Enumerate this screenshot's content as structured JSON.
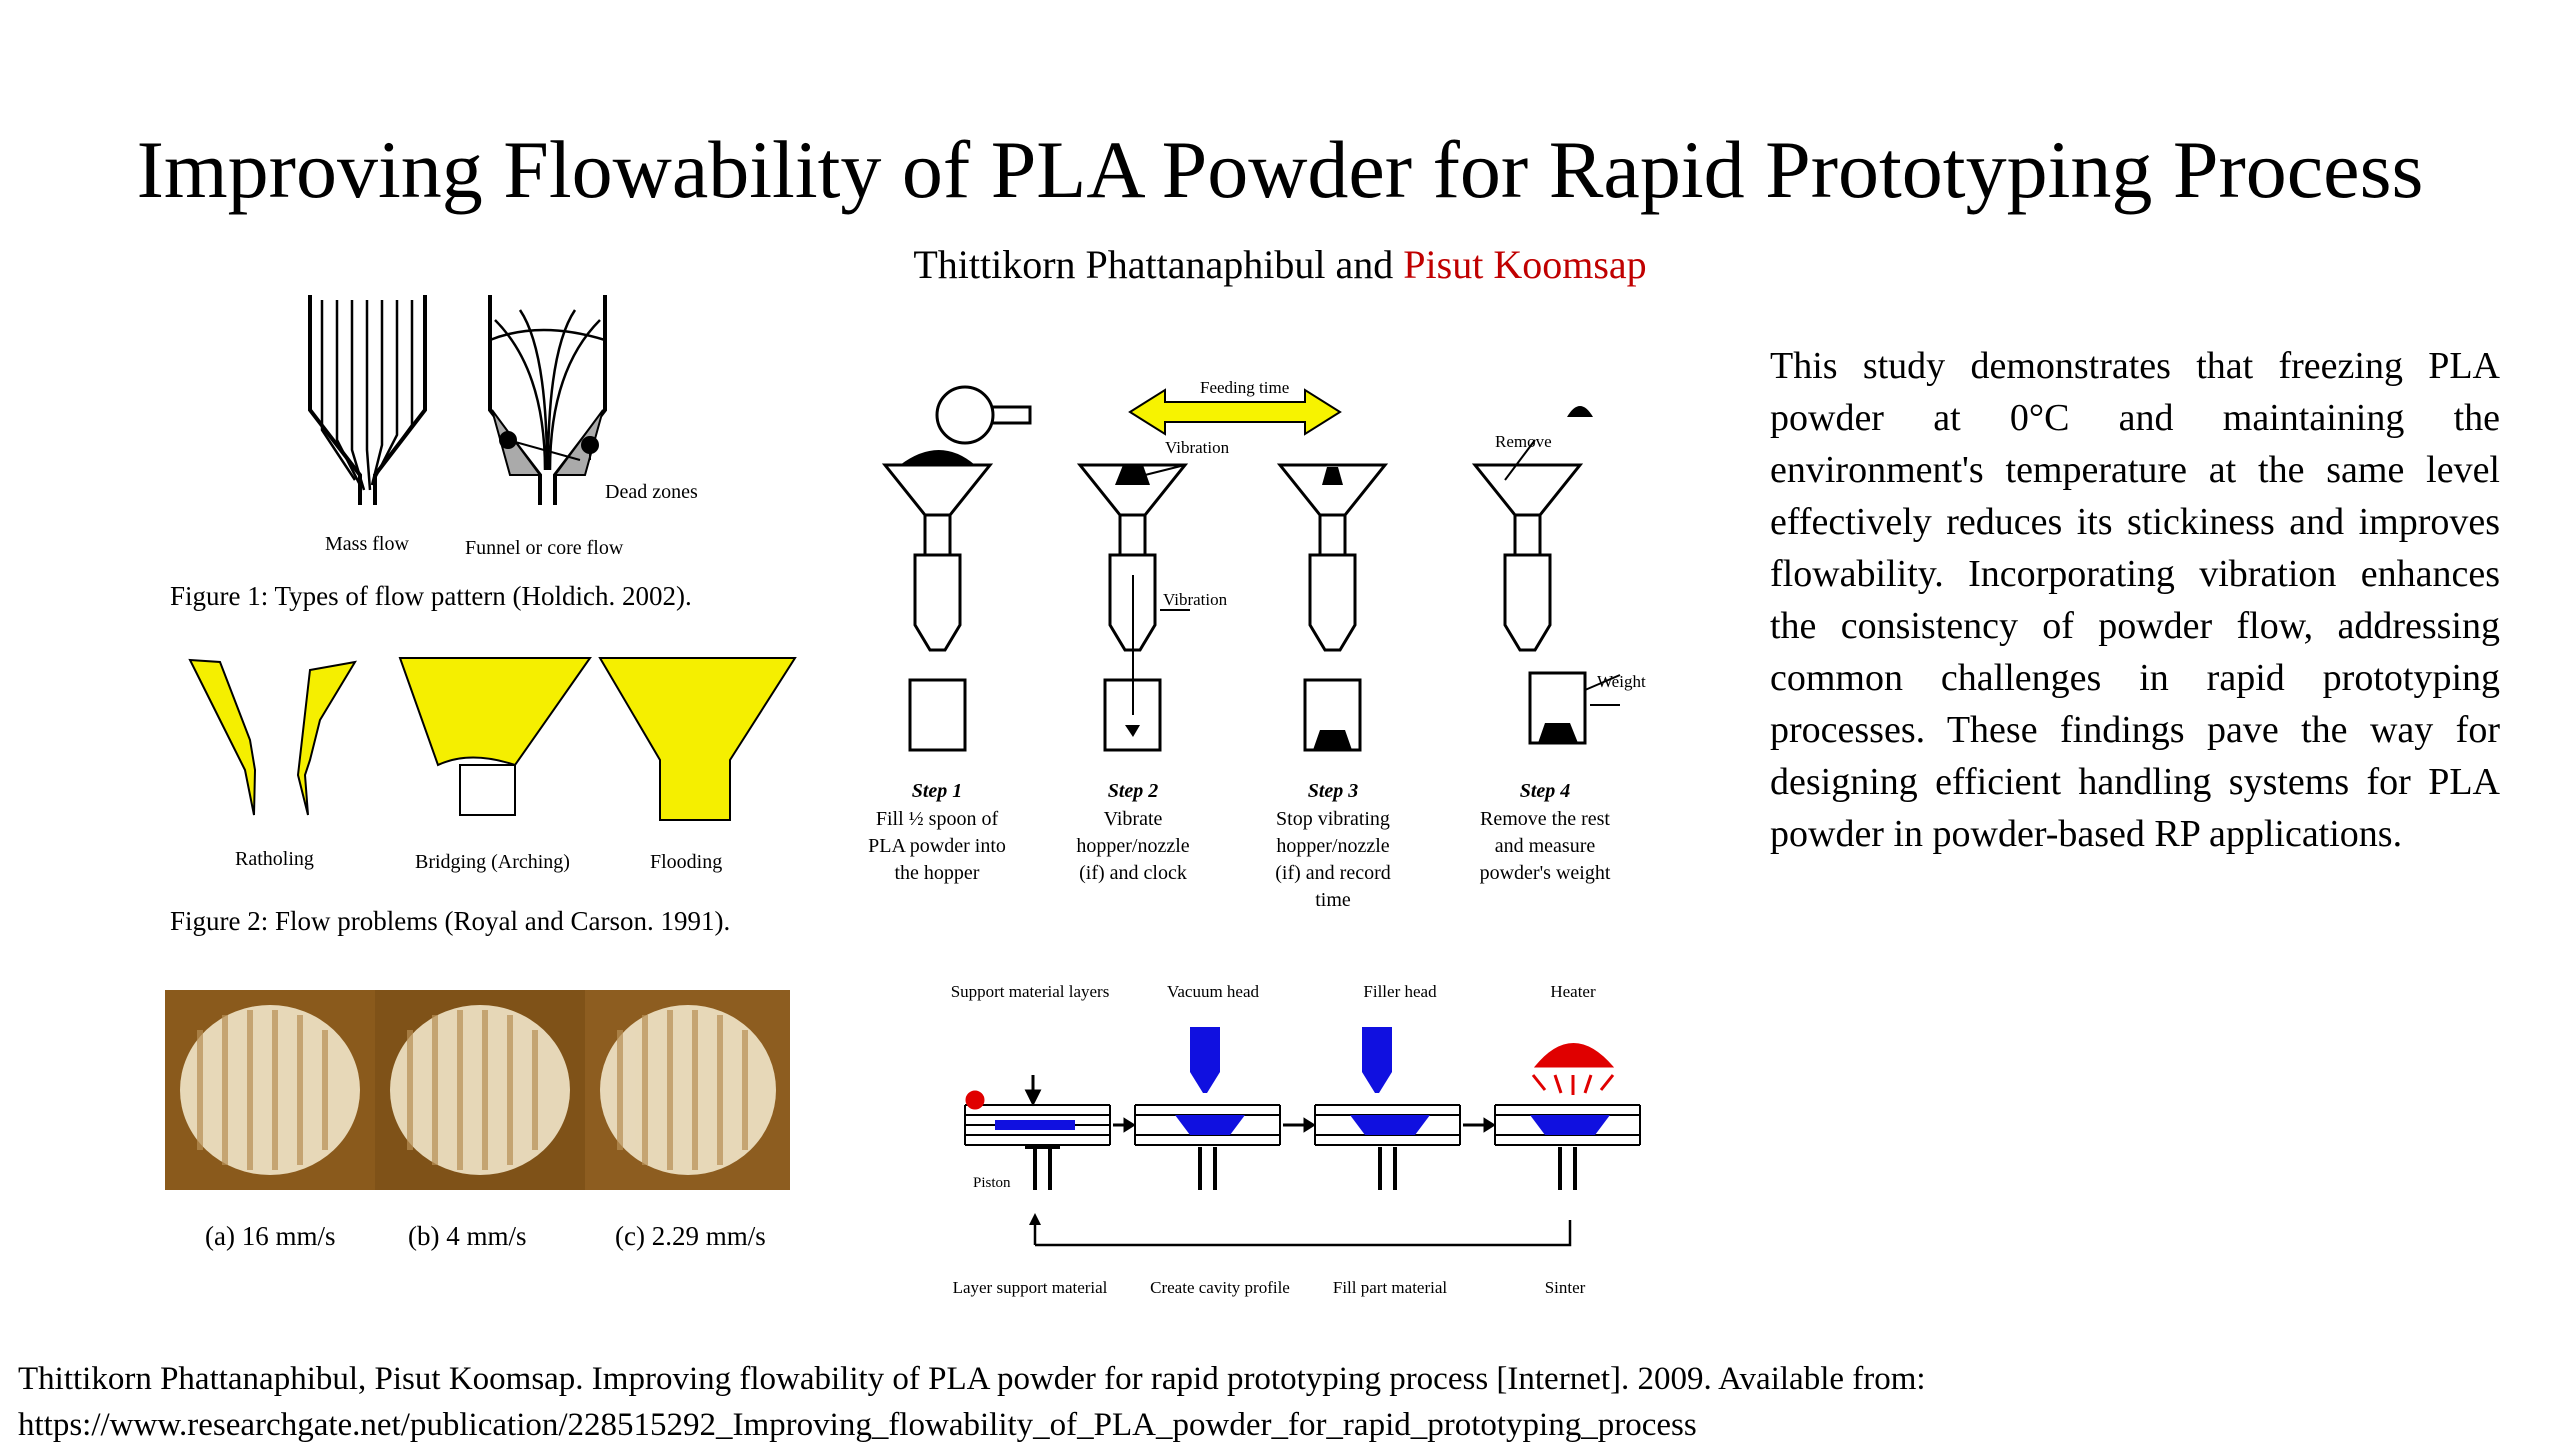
{
  "title": "Improving Flowability of PLA Powder for Rapid Prototyping Process",
  "authors": {
    "first": "Thittikorn Phattanaphibul",
    "joiner": "and",
    "second": "Pisut Koomsap"
  },
  "colors": {
    "author_highlight": "#c00000",
    "powder_yellow": "#f5ef00",
    "arrow_yellow": "#f7f300",
    "blue": "#1010e0",
    "red": "#e00000",
    "photo_brown": "#8a5a1c"
  },
  "figure1": {
    "labels": {
      "mass_flow": "Mass flow",
      "funnel_flow": "Funnel or core flow",
      "dead_zones": "Dead zones"
    },
    "caption": "Figure 1: Types of flow pattern (Holdich. 2002)."
  },
  "figure2": {
    "labels": {
      "ratholing": "Ratholing",
      "bridging": "Bridging (Arching)",
      "flooding": "Flooding"
    },
    "caption": "Figure 2: Flow problems (Royal and Carson. 1991)."
  },
  "figure3": {
    "labels": [
      "(a) 16 mm/s",
      "(b) 4 mm/s",
      "(c) 2.29 mm/s"
    ]
  },
  "figure4": {
    "feeding_time": "Feeding time",
    "vibration": "Vibration",
    "remove": "Remove",
    "weight": "Weight",
    "steps": [
      {
        "title": "Step 1",
        "lines": [
          "Fill ½ spoon of",
          "PLA powder into",
          "the hopper"
        ]
      },
      {
        "title": "Step 2",
        "lines": [
          "Vibrate",
          "hopper/nozzle",
          "(if) and clock"
        ]
      },
      {
        "title": "Step 3",
        "lines": [
          "Stop vibrating",
          "hopper/nozzle",
          "(if) and record",
          "time"
        ]
      },
      {
        "title": "Step 4",
        "lines": [
          "Remove the rest",
          "and measure",
          "powder's weight"
        ]
      }
    ]
  },
  "figure5": {
    "top_labels": [
      "Support material layers",
      "Vacuum head",
      "Filler head",
      "Heater"
    ],
    "piston": "Piston",
    "bottom_labels": [
      "Layer support material",
      "Create cavity profile",
      "Fill part material",
      "Sinter"
    ]
  },
  "summary": "This study demonstrates that freezing PLA powder at 0°C and maintaining the environment's temperature at the same level effectively reduces its stickiness and improves flowability. Incorporating vibration enhances the consistency of powder flow, addressing common challenges in rapid prototyping processes. These findings pave the way for designing efficient handling systems for PLA powder in powder-based RP applications.",
  "reference": {
    "line1": "Thittikorn Phattanaphibul, Pisut Koomsap. Improving flowability of PLA powder for rapid prototyping process [Internet]. 2009. Available from:",
    "line2": "https://www.researchgate.net/publication/228515292_Improving_flowability_of_PLA_powder_for_rapid_prototyping_process"
  }
}
